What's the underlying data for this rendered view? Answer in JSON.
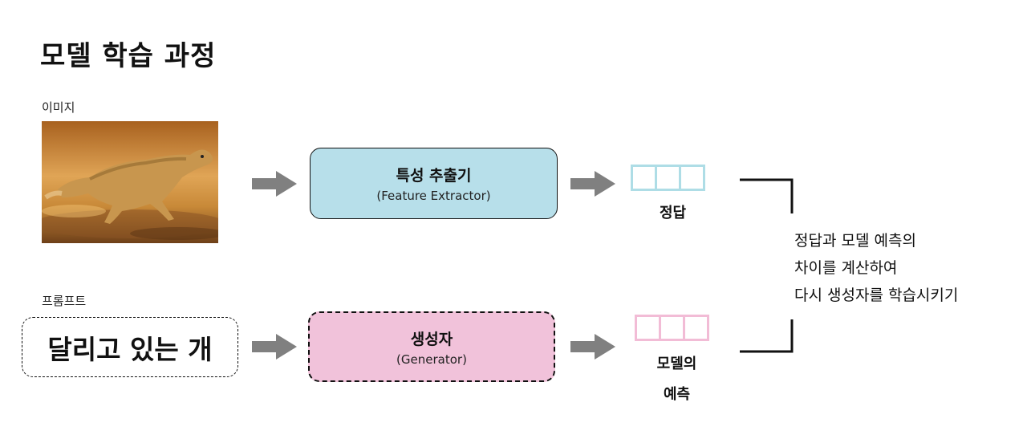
{
  "title": "모델 학습 과정",
  "image_label": "이미지",
  "prompt_label": "프롬프트",
  "prompt_text": "달리고 있는 개",
  "extractor": {
    "name": "특성 추출기",
    "name_en": "(Feature Extractor)"
  },
  "generator": {
    "name": "생성자",
    "name_en": "(Generator)"
  },
  "answer_label": "정답",
  "prediction_label": [
    "모델의",
    "예측"
  ],
  "explanation": [
    "정답과 모델 예측의",
    "차이를 계산하여",
    "다시 생성자를 학습시키기"
  ],
  "colors": {
    "extractor_fill": "#b7dfea",
    "generator_fill": "#f1c2da",
    "answer_vector": "#aedde6",
    "prediction_vector": "#f2bcd6",
    "arrow": "#808080"
  },
  "icons": {
    "arrow": "right-arrow-icon",
    "image": "running-dog-photo"
  }
}
